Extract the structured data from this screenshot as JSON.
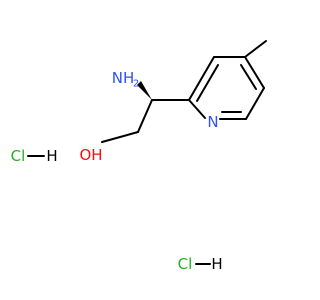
{
  "molecule": {
    "atoms": {
      "amine": "NH",
      "amine_sub": "2",
      "hydroxyl": "OH",
      "ring_nitrogen": "N",
      "salt_1": "Cl",
      "salt_1_h": "H",
      "salt_2": "Cl",
      "salt_2_h": "H"
    },
    "colors": {
      "carbon": "#000000",
      "nitrogen": "#3050F8",
      "oxygen": "#FF0D0D",
      "chlorine": "#1FB41F"
    }
  }
}
